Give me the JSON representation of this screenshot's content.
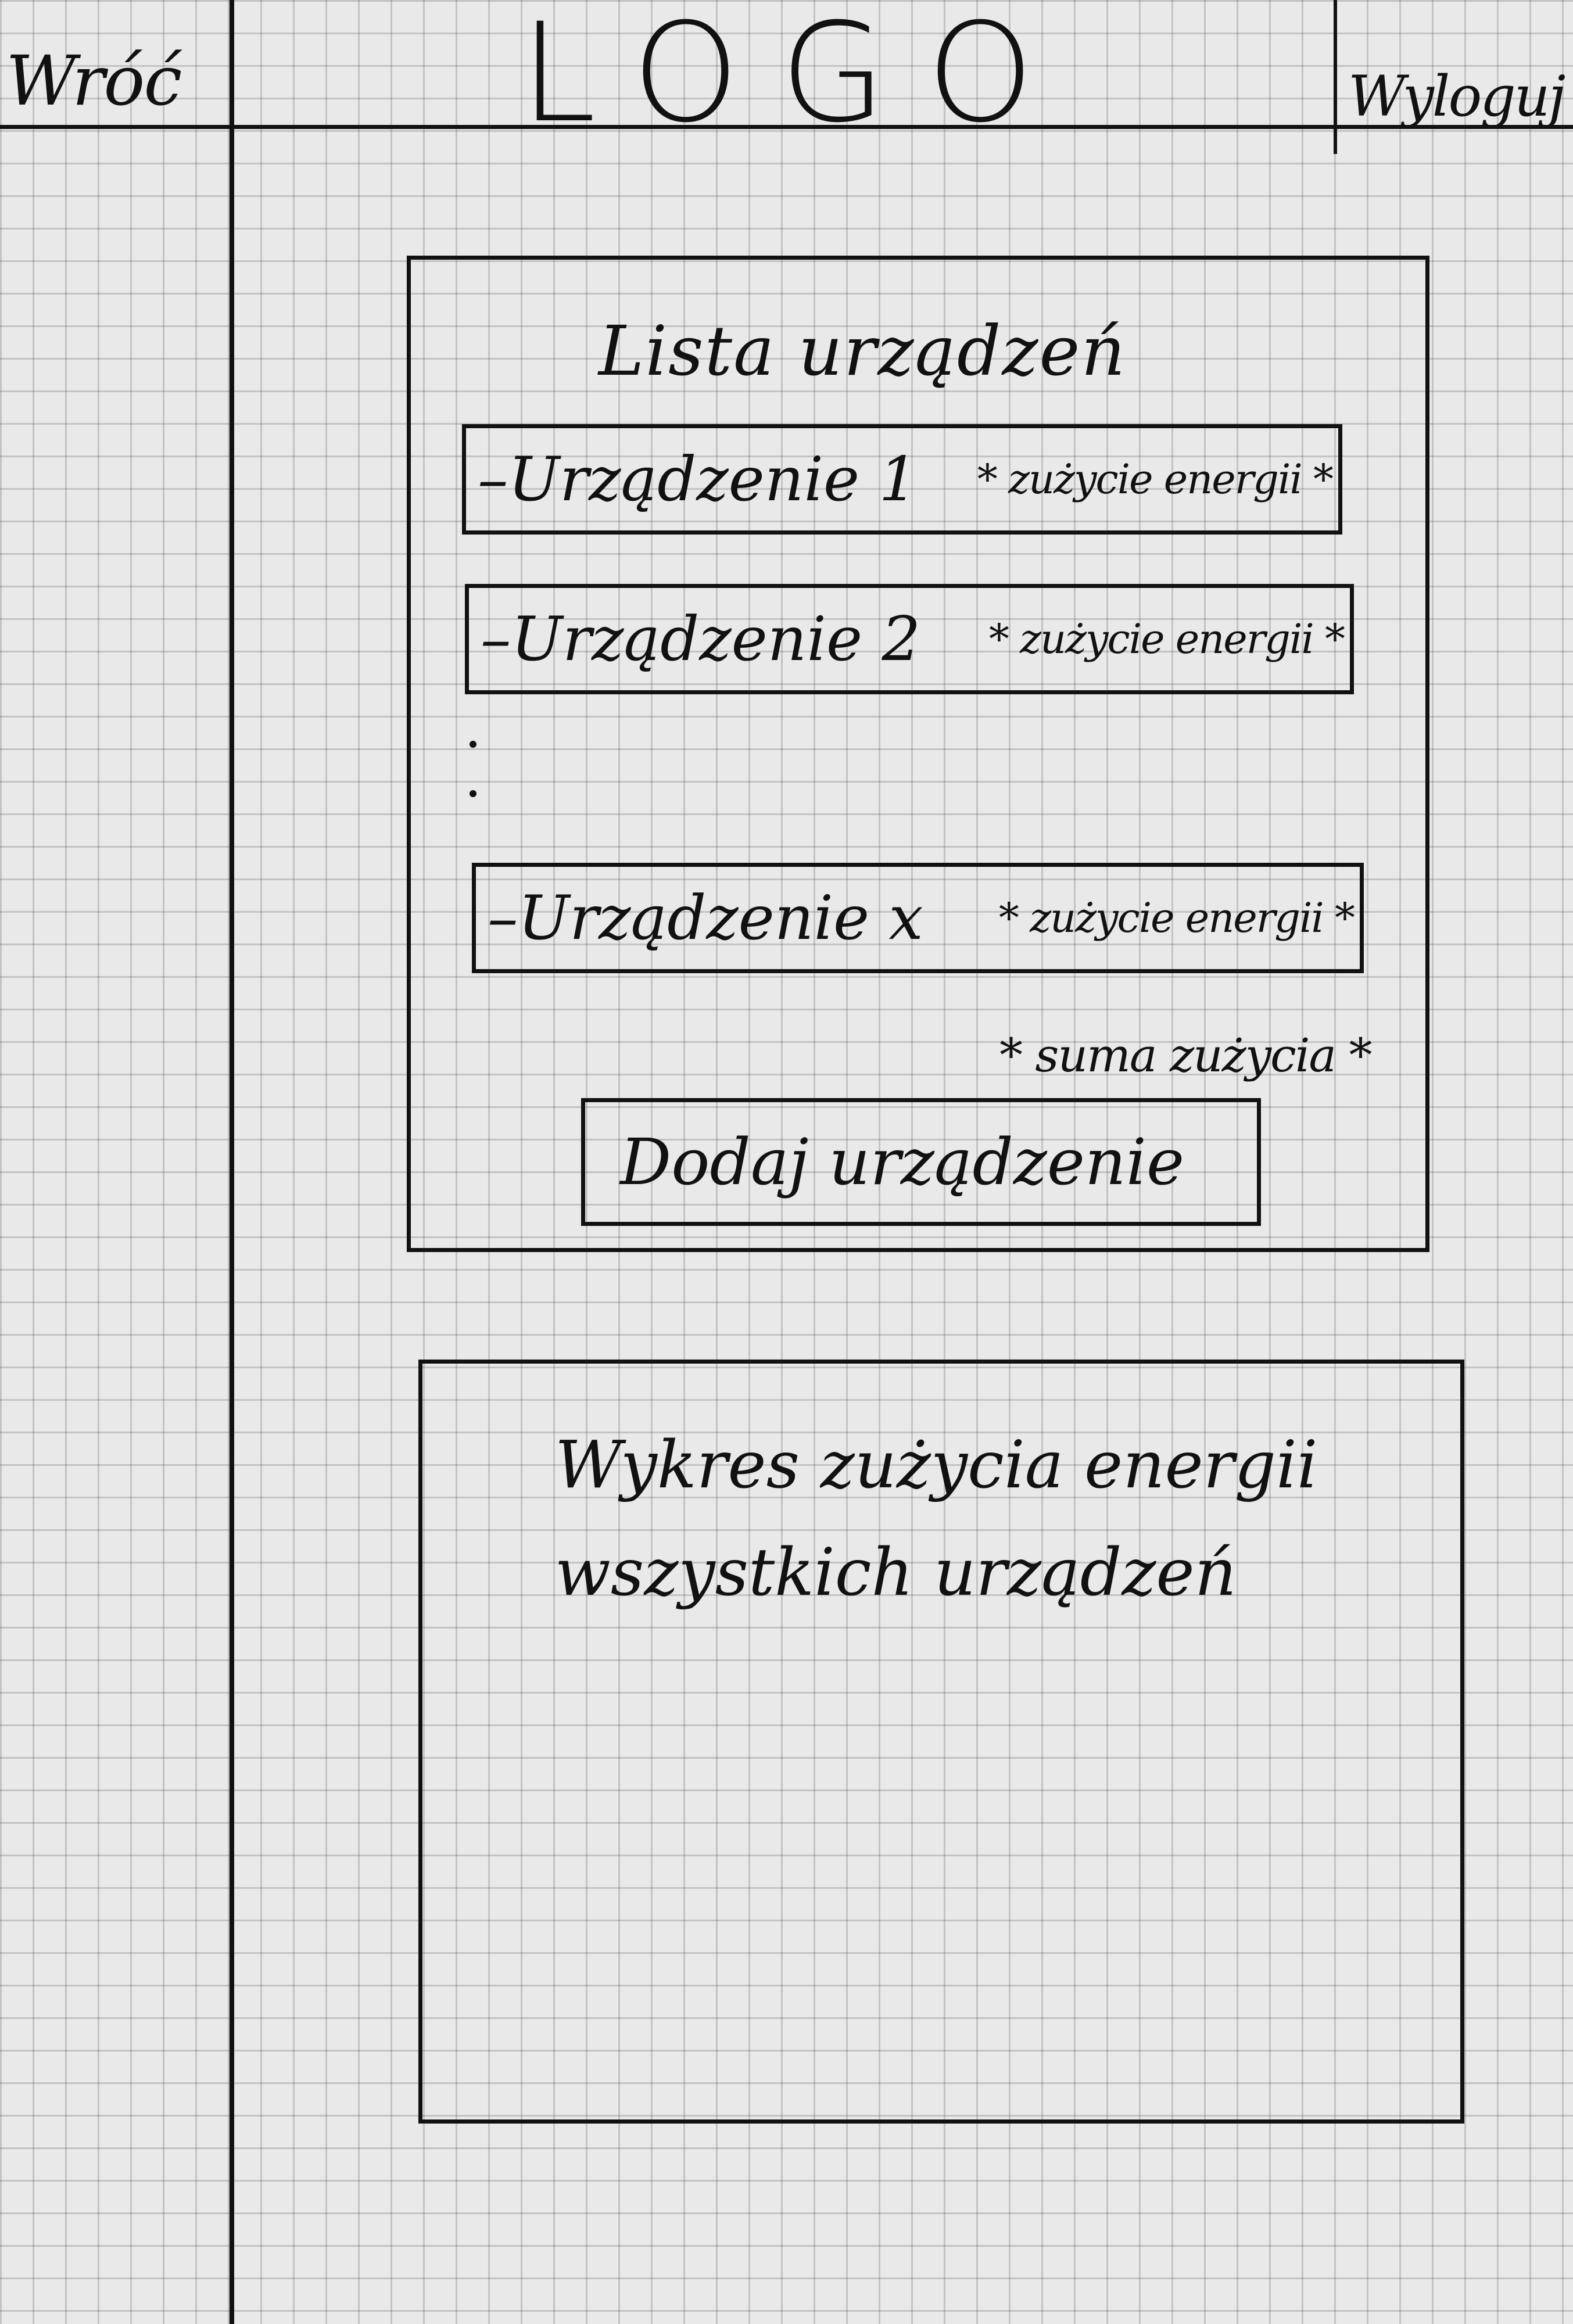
{
  "header": {
    "menu_label": "Wróć",
    "logo": "LOGO",
    "logout_label": "Wyloguj"
  },
  "devices": {
    "title": "Lista urządzeń",
    "rows": [
      {
        "name": "–Urządzenie 1",
        "usage": "* zużycie energii *"
      },
      {
        "name": "–Urządzenie 2",
        "usage": "* zużycie energii *"
      },
      {
        "name": "–Urządzenie x",
        "usage": "* zużycie energii *"
      }
    ],
    "total": "* suma zużycia *",
    "add_button_label": "Dodaj urządzenie"
  },
  "chart": {
    "title": "Wykres zużycia energii wszystkich urządzeń"
  }
}
